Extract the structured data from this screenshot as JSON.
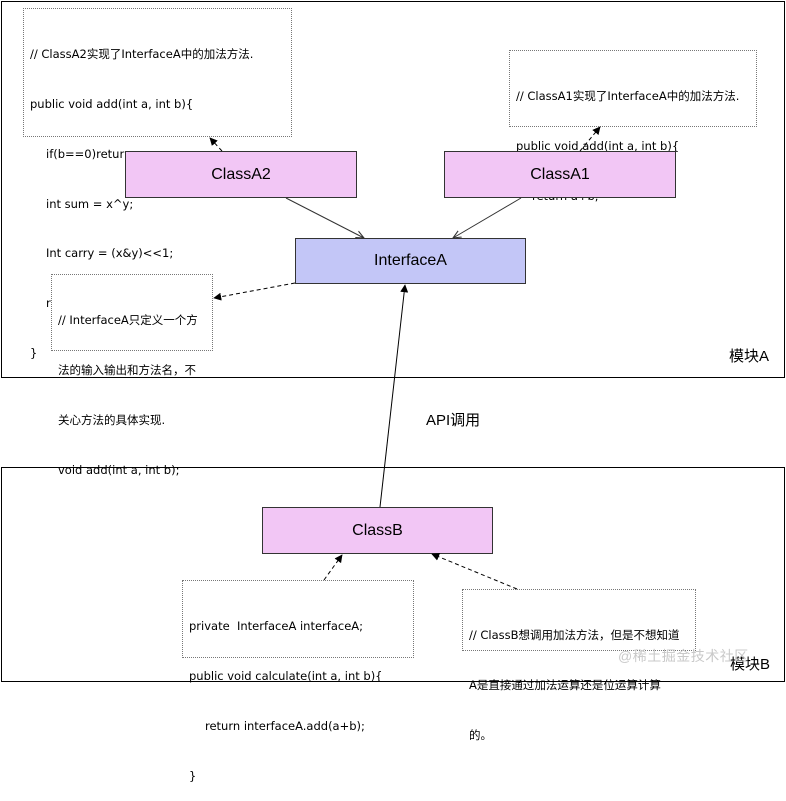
{
  "modules": {
    "a_label": "模块A",
    "b_label": "模块B"
  },
  "classes": {
    "classA2": "ClassA2",
    "classA1": "ClassA1",
    "interfaceA": "InterfaceA",
    "classB": "ClassB"
  },
  "edges": {
    "api_call": "API调用"
  },
  "notes": {
    "classA2": [
      "// ClassA2实现了InterfaceA中的加法方法.",
      "public void add(int a, int b){",
      "if(b==0)return x;",
      "int sum = x^y;",
      "Int carry = (x&y)<<1;",
      "return add(sum, carry);",
      "}"
    ],
    "classA1": [
      "// ClassA1实现了InterfaceA中的加法方法.",
      "public void add(int a, int b){",
      "return a+b;",
      "}"
    ],
    "interfaceA": [
      "// InterfaceA只定义一个方",
      "法的输入输出和方法名，不",
      "关心方法的具体实现.",
      "void add(int a, int b);"
    ],
    "classB_code": [
      "private  InterfaceA interfaceA;",
      "public void calculate(int a, int b){",
      "return interfaceA.add(a+b);",
      "}"
    ],
    "classB_comment": [
      "// ClassB想调用加法方法，但是不想知道",
      "A是直接通过加法运算还是位运算计算",
      "的。"
    ]
  },
  "watermark": "@稀土掘金技术社区"
}
